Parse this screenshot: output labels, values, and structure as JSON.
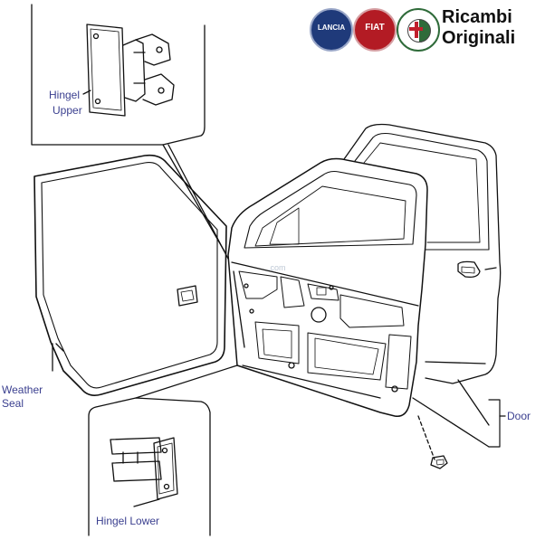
{
  "brand": {
    "line1": "Ricambi",
    "line2": "Originali",
    "logos": [
      {
        "name": "lancia",
        "text": "LANCIA",
        "color": "#1f3a7a"
      },
      {
        "name": "fiat",
        "text": "FIAT",
        "color": "#b31b24"
      },
      {
        "name": "alfa-romeo",
        "text": "",
        "color": "#2f6b3a"
      }
    ]
  },
  "labels": {
    "hinge_upper_1": "Hingel",
    "hinge_upper_2": "Upper",
    "weather_seal_1": "Weather",
    "weather_seal_2": "Seal",
    "hinge_lower": "Hingel Lower",
    "door": "Door"
  },
  "colors": {
    "label": "#3a3f8f",
    "line": "#111111"
  },
  "watermark": ".com"
}
